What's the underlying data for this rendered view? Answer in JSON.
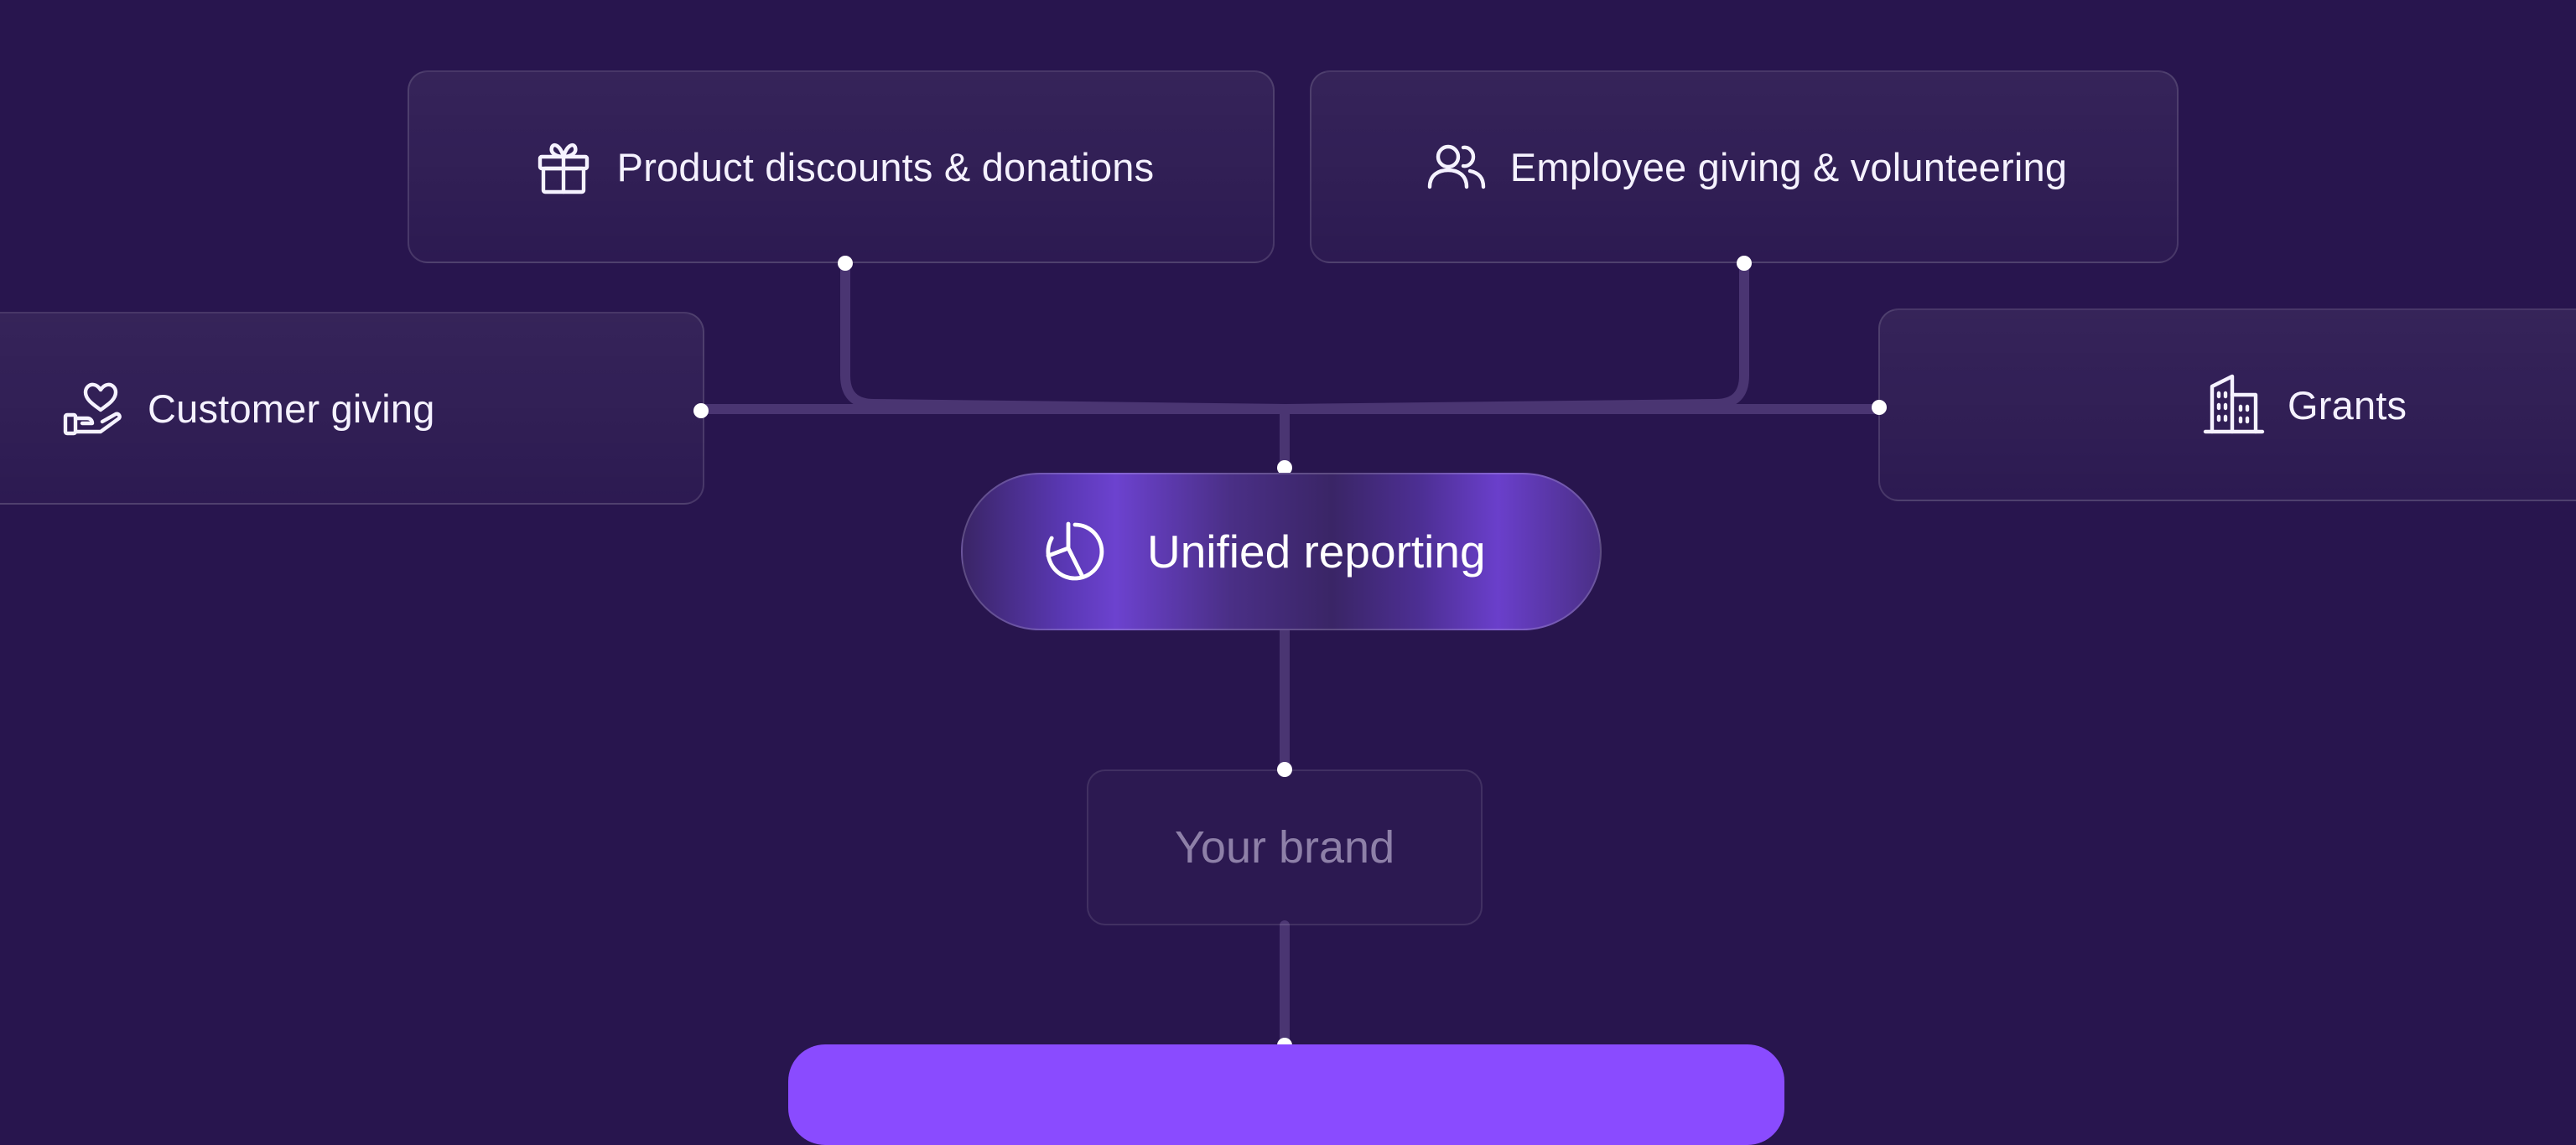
{
  "diagram": {
    "nodes": {
      "product": {
        "label": "Product discounts & donations",
        "icon": "gift-icon"
      },
      "employee": {
        "label": "Employee giving & volunteering",
        "icon": "people-icon"
      },
      "customer": {
        "label": "Customer giving",
        "icon": "hand-heart-icon"
      },
      "grants": {
        "label": "Grants",
        "icon": "building-icon"
      },
      "unified": {
        "label": "Unified reporting",
        "icon": "pie-chart-icon"
      },
      "brand": {
        "label": "Your brand"
      }
    },
    "colors": {
      "background": "#28154e",
      "connector": "#4a3572",
      "dot": "#ffffff",
      "accent": "#8a4bff"
    }
  }
}
